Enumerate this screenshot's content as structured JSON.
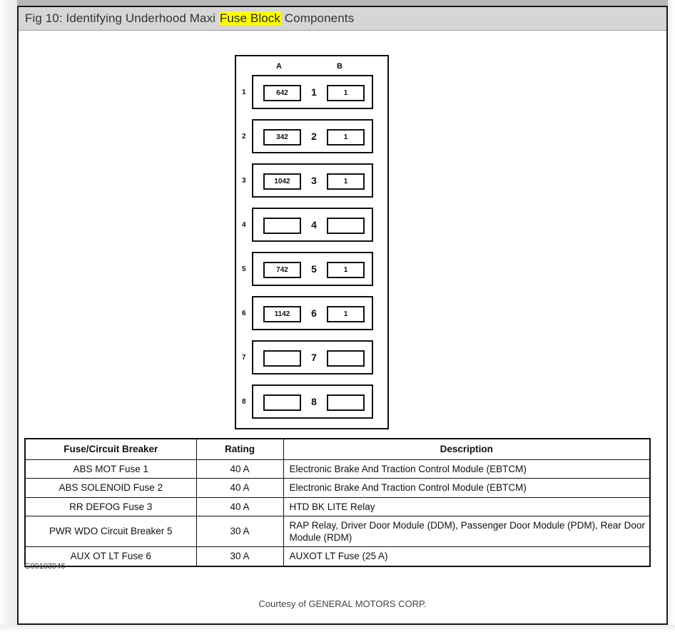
{
  "header": {
    "title_prefix": "Fig 10: Identifying Underhood Maxi ",
    "title_highlight": "Fuse Block",
    "title_suffix": " Components"
  },
  "diagram": {
    "column_headers": [
      "A",
      "B"
    ],
    "rows": [
      {
        "index": "1",
        "slot_a": "642",
        "mid": "1",
        "slot_b": "1"
      },
      {
        "index": "2",
        "slot_a": "342",
        "mid": "2",
        "slot_b": "1"
      },
      {
        "index": "3",
        "slot_a": "1042",
        "mid": "3",
        "slot_b": "1"
      },
      {
        "index": "4",
        "slot_a": "",
        "mid": "4",
        "slot_b": ""
      },
      {
        "index": "5",
        "slot_a": "742",
        "mid": "5",
        "slot_b": "1"
      },
      {
        "index": "6",
        "slot_a": "1142",
        "mid": "6",
        "slot_b": "1"
      },
      {
        "index": "7",
        "slot_a": "",
        "mid": "7",
        "slot_b": ""
      },
      {
        "index": "8",
        "slot_a": "",
        "mid": "8",
        "slot_b": ""
      }
    ]
  },
  "table": {
    "columns": [
      "Fuse/Circuit Breaker",
      "Rating",
      "Description"
    ],
    "rows": [
      {
        "name": "ABS MOT Fuse 1",
        "rating": "40 A",
        "description": "Electronic Brake And Traction Control Module (EBTCM)"
      },
      {
        "name": "ABS SOLENOID Fuse 2",
        "rating": "40 A",
        "description": "Electronic Brake And Traction Control Module (EBTCM)"
      },
      {
        "name": "RR DEFOG Fuse 3",
        "rating": "40 A",
        "description": "HTD BK LITE Relay"
      },
      {
        "name": "PWR WDO Circuit Breaker 5",
        "rating": "30 A",
        "description": "RAP Relay, Driver Door Module (DDM), Passenger Door Module (PDM), Rear Door Module (RDM)"
      },
      {
        "name": "AUX OT LT Fuse 6",
        "rating": "30 A",
        "description": "AUXOT LT Fuse (25 A)"
      }
    ]
  },
  "footer": {
    "figure_id": "G00103946",
    "courtesy": "Courtesy of GENERAL MOTORS CORP."
  },
  "colors": {
    "title_bar_bg": "#d6d6d6",
    "highlight": "#ffff00",
    "ink": "#111111"
  }
}
